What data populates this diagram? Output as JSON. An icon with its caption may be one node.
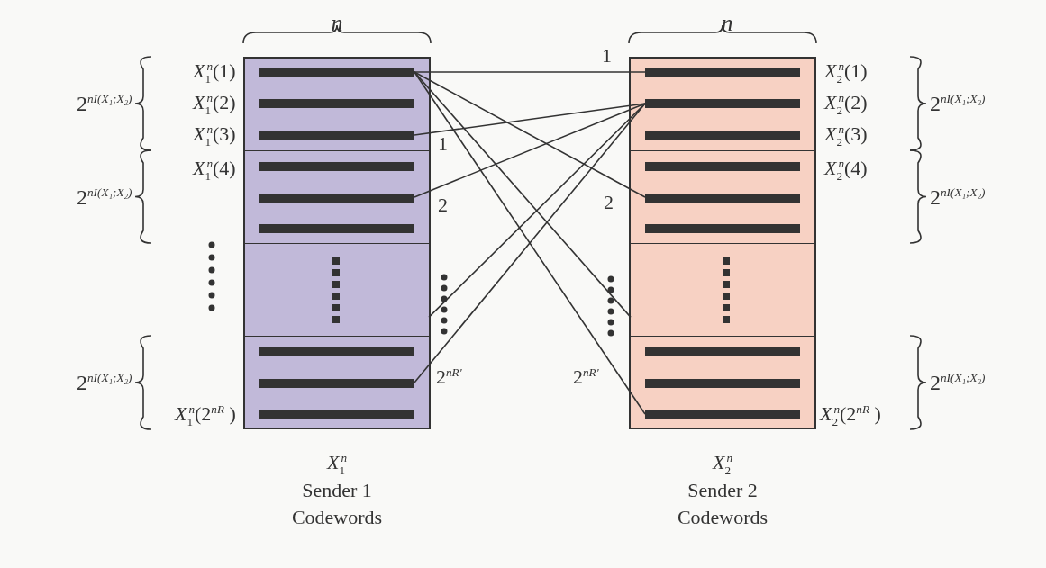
{
  "diagram": {
    "nodes": [
      {
        "text": [
          "*X*$_{1}$$^{n}$",
          "Sender 1 Codewords"
        ]
      },
      {
        "text": [],
        "shape": "box",
        "in": 0
      },
      {
        "text": [],
        "shape": "bar",
        "in": 1,
        "beside": [
          "*X*$_{1}$$^{n}$(1)"
        ]
      },
      {
        "text": [],
        "shape": "bar",
        "in": 1,
        "beside": [
          "*X*$_{1}$$^{n}$(2)"
        ]
      },
      {
        "text": [],
        "shape": "bar",
        "in": 1,
        "beside": [
          "*X*$_{1}$$^{n}$(3)"
        ]
      },
      {
        "text": [],
        "shape": "box",
        "in": 0
      },
      {
        "text": [],
        "shape": "bar",
        "in": 5,
        "beside": [
          "*X*$_{1}$$^{n}$(4)"
        ]
      },
      {
        "text": [],
        "shape": "bar",
        "in": 5
      },
      {
        "text": [],
        "shape": "bar",
        "in": 5
      },
      {
        "text": [],
        "shape": "box",
        "in": 0
      },
      {
        "text": [],
        "shape": "box",
        "in": 0
      },
      {
        "text": [],
        "shape": "bar",
        "in": 10
      },
      {
        "text": [],
        "shape": "bar",
        "in": 10
      },
      {
        "text": [],
        "shape": "bar",
        "in": 10,
        "beside": [
          "*X*$_{1}$$^{n}$(2$^{nR}$ )"
        ]
      },
      {
        "text": [
          "*X*$_{2}$$^{n}$",
          "Sender 2 Codewords"
        ]
      },
      {
        "text": [],
        "shape": "box",
        "in": 14
      },
      {
        "text": [],
        "shape": "bar",
        "in": 15,
        "beside": [
          "*X*$_{2}$$^{n}$(1)"
        ]
      },
      {
        "text": [],
        "shape": "bar",
        "in": 15,
        "beside": [
          "*X*$_{2}$$^{n}$(2)"
        ]
      },
      {
        "text": [],
        "shape": "bar",
        "in": 15,
        "beside": [
          "*X*$_{2}$$^{n}$(3)"
        ]
      },
      {
        "text": [],
        "shape": "box",
        "in": 14
      },
      {
        "text": [],
        "shape": "bar",
        "in": 19,
        "beside": [
          "*X*$_{2}$$^{n}$(4)"
        ]
      },
      {
        "text": [],
        "shape": "bar",
        "in": 19
      },
      {
        "text": [],
        "shape": "bar",
        "in": 19
      },
      {
        "text": [],
        "shape": "box",
        "in": 14
      },
      {
        "text": [],
        "shape": "box",
        "in": 14
      },
      {
        "text": [],
        "shape": "bar",
        "in": 24
      },
      {
        "text": [],
        "shape": "bar",
        "in": 24
      },
      {
        "text": [],
        "shape": "bar",
        "in": 24,
        "beside": [
          "*X*$_{2}$$^{n}$(2$^{nR}$ )"
        ]
      }
    ],
    "edges": [
      {
        "from": 2,
        "to": 16,
        "arrow": "none",
        "label": "1"
      },
      {
        "from": 2,
        "to": 21,
        "arrow": "none",
        "label": "2"
      },
      {
        "from": 2,
        "to": 23,
        "arrow": "none"
      },
      {
        "from": 2,
        "to": 27,
        "arrow": "none",
        "label": "2$^{nR'}$"
      },
      {
        "from": 17,
        "to": 4,
        "arrow": "none",
        "label": "1"
      },
      {
        "from": 17,
        "to": 7,
        "arrow": "none",
        "label": "2"
      },
      {
        "from": 17,
        "to": 9,
        "arrow": "none"
      },
      {
        "from": 17,
        "to": 12,
        "arrow": "none",
        "label": "2$^{nR'}$"
      }
    ],
    "labels": [
      "n",
      "n",
      "2$^{nI(X₁;X₂)}$",
      "2$^{nI(X₁;X₂)}$",
      "2$^{nI(X₁;X₂)}$",
      "2$^{nI(X₁;X₂)}$",
      "2$^{nI(X₁;X₂)}$",
      "2$^{nI(X₁;X₂)}$"
    ]
  }
}
